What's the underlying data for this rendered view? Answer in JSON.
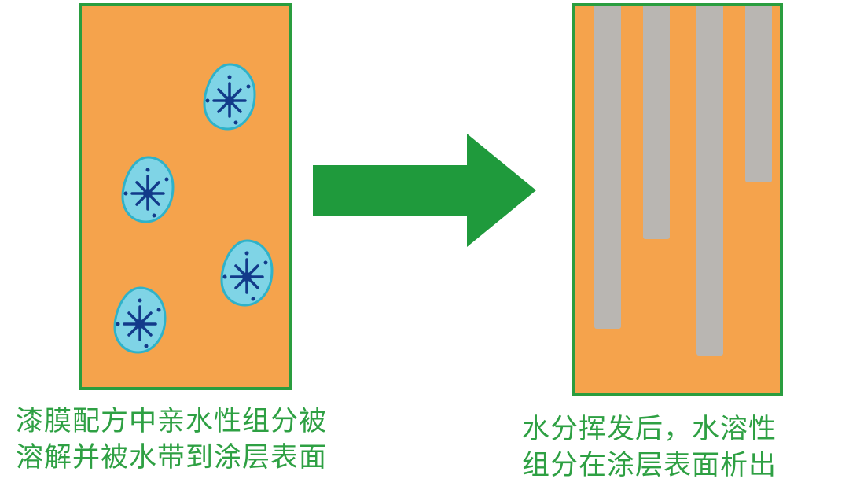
{
  "colors": {
    "coating": "#f5a34c",
    "border": "#2a9d3f",
    "arrow": "#1f9a3c",
    "droplet_fill": "#7fd4e6",
    "droplet_outline": "#2fb2c9",
    "molecule": "#123a8a",
    "streak": "#b9b6b2",
    "caption_text": "#2ea043"
  },
  "left_panel": {
    "droplets": [
      {
        "icon": "hydrophilic-droplet"
      },
      {
        "icon": "hydrophilic-droplet"
      },
      {
        "icon": "hydrophilic-droplet"
      },
      {
        "icon": "hydrophilic-droplet"
      }
    ],
    "caption": {
      "line1": "漆膜配方中亲水性组分被",
      "line2": "溶解并被水带到涂层表面"
    }
  },
  "arrow": {
    "icon": "right-arrow"
  },
  "right_panel": {
    "streak_count": 4,
    "caption": {
      "line1": "水分挥发后，水溶性",
      "line2": "组分在涂层表面析出"
    }
  }
}
